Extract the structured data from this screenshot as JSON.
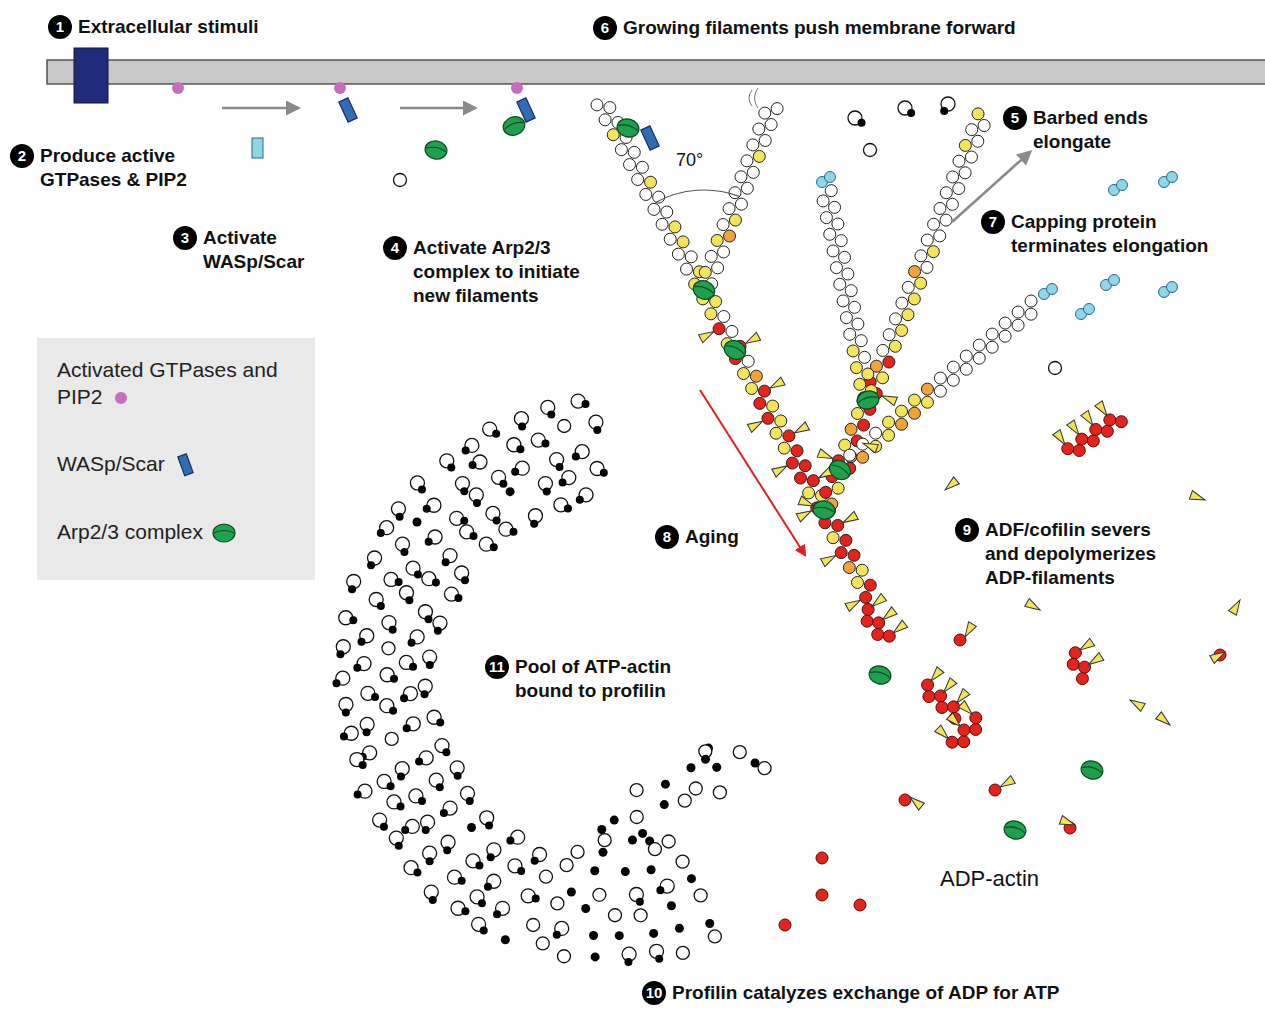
{
  "diagram": {
    "nodes": [
      {
        "text": [
          "1",
          "Extracellular stimuli"
        ]
      },
      {
        "text": [
          "2",
          "Produce active GTPases & PIP2"
        ]
      },
      {
        "text": [
          "3",
          "Activate WASp/Scar"
        ]
      },
      {
        "text": [
          "4",
          "Activate Arp2/3 complex to initiate new filaments"
        ]
      },
      {
        "text": [
          "5",
          "Barbed ends elongate"
        ]
      },
      {
        "text": [
          "6",
          "Growing filaments push membrane forward"
        ]
      },
      {
        "text": [
          "7",
          "Capping protein terminates elongation"
        ]
      },
      {
        "text": [
          "8",
          "Aging"
        ]
      },
      {
        "text": [
          "9",
          "ADF/cofilin severs and depolymerizes ADP-filaments"
        ]
      },
      {
        "text": [
          "10",
          "Profilin catalyzes exchange of ADP for ATP"
        ]
      },
      {
        "text": [
          "11",
          "Pool of ATP-actin bound to profilin"
        ]
      }
    ],
    "labels": [
      "70°",
      "ADP-actin"
    ],
    "legend": [
      {
        "text": "Activated GTPases and PIP2",
        "color": "#c86cc0"
      },
      {
        "text": "WASp/Scar",
        "color": "#2f6db5"
      },
      {
        "text": "Arp2/3 complex",
        "color": "#1ea04c"
      }
    ]
  }
}
